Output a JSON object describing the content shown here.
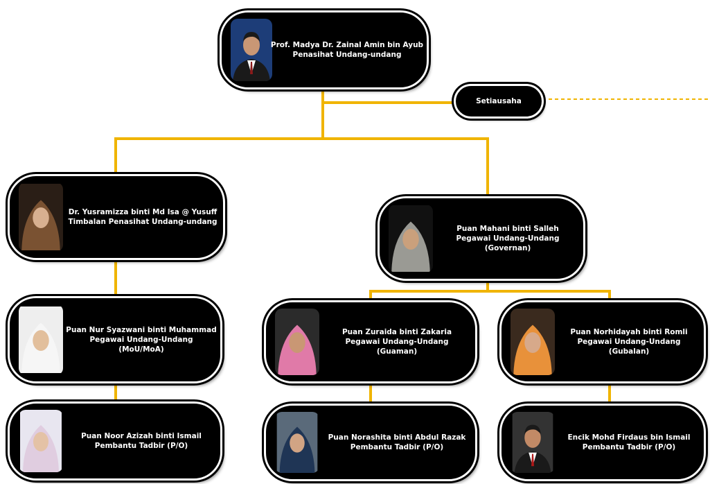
{
  "colors": {
    "connector": "#f0b400",
    "node_bg": "#000000",
    "text": "#ffffff"
  },
  "root": {
    "name": "Prof. Madya Dr. Zainal Amin bin Ayub",
    "role": "Penasihat Undang-undang",
    "photo_icon": "portrait-man-suit"
  },
  "secretary": {
    "label": "Setiausaha"
  },
  "deputy": {
    "name": "Dr. Yusramizza binti  Md Isa @ Yusuff",
    "role": "Timbalan Penasihat Undang-undang",
    "photo_icon": "portrait-woman-hijab"
  },
  "governance_head": {
    "name": "Puan Mahani binti Salleh",
    "role": "Pegawai Undang-Undang",
    "unit": "(Governan)",
    "photo_icon": "portrait-woman-hijab"
  },
  "mou_officer": {
    "name": "Puan Nur Syazwani binti Muhammad",
    "role": "Pegawai Undang-Undang",
    "unit": "(MoU/MoA)",
    "photo_icon": "portrait-woman-hijab"
  },
  "litigation_officer": {
    "name": "Puan Zuraida binti Zakaria",
    "role": "Pegawai Undang-Undang",
    "unit": "(Guaman)",
    "photo_icon": "portrait-woman-hijab"
  },
  "drafting_officer": {
    "name": "Puan Norhidayah binti Romli",
    "role": "Pegawai Undang-Undang",
    "unit": "(Gubalan)",
    "photo_icon": "portrait-woman-hijab"
  },
  "assistant_1": {
    "name": "Puan Noor Azizah binti Ismail",
    "role": "Pembantu Tadbir (P/O)",
    "photo_icon": "portrait-woman-hijab"
  },
  "assistant_2": {
    "name": "Puan Norashita binti Abdul Razak",
    "role": "Pembantu Tadbir (P/O)",
    "photo_icon": "portrait-woman-hijab"
  },
  "assistant_3": {
    "name": "Encik Mohd Firdaus bin Ismail",
    "role": "Pembantu Tadbir (P/O)",
    "photo_icon": "portrait-man-suit"
  }
}
